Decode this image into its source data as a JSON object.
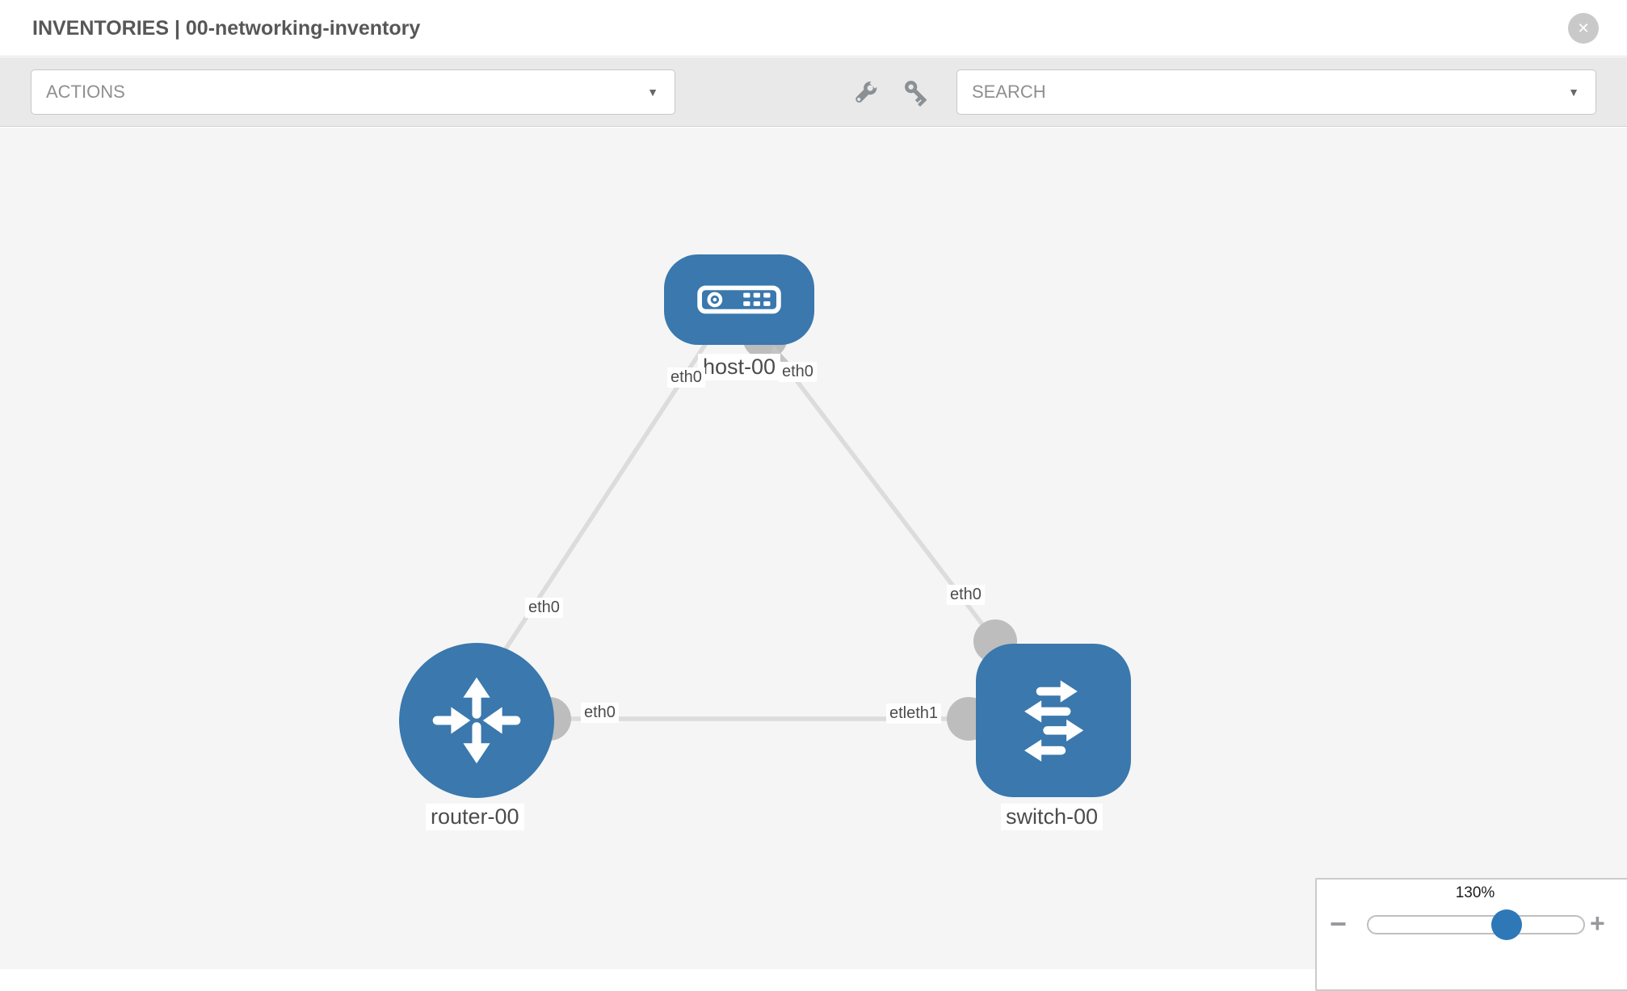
{
  "window": {
    "title": "INVENTORIES | 00-networking-inventory"
  },
  "header": {
    "close_glyph": "✕"
  },
  "toolbar": {
    "actions": {
      "label": "ACTIONS",
      "caret": "▼"
    },
    "tools": [
      {
        "icon": "wrench-icon"
      },
      {
        "icon": "key-icon"
      }
    ],
    "search": {
      "label": "SEARCH",
      "caret": "▼"
    }
  },
  "diagram": {
    "nodes": [
      {
        "id": "host-00",
        "label": "host-00",
        "type": "host",
        "icon": "host-icon"
      },
      {
        "id": "router-00",
        "label": "router-00",
        "type": "router",
        "icon": "router-icon"
      },
      {
        "id": "switch-00",
        "label": "switch-00",
        "type": "switch",
        "icon": "switch-icon"
      }
    ],
    "links": [
      {
        "from": "host-00",
        "to": "router-00",
        "labels": [
          "eth0",
          "eth0"
        ]
      },
      {
        "from": "host-00",
        "to": "switch-00",
        "labels": [
          "eth0",
          "eth0"
        ]
      },
      {
        "from": "router-00",
        "to": "switch-00",
        "labels": [
          "eth0",
          "etleth1"
        ]
      }
    ]
  },
  "zoom_control": {
    "value": "130%",
    "minus_glyph": "−",
    "plus_glyph": "+"
  },
  "colors": {
    "node_blue": "#3a78ad",
    "slider_blue": "#2e78b7",
    "link_gray": "#dcdcdc",
    "connector_gray": "#bdbdbd",
    "canvas_bg": "#f5f5f5",
    "toolbar_bg": "#e9e9e9"
  }
}
